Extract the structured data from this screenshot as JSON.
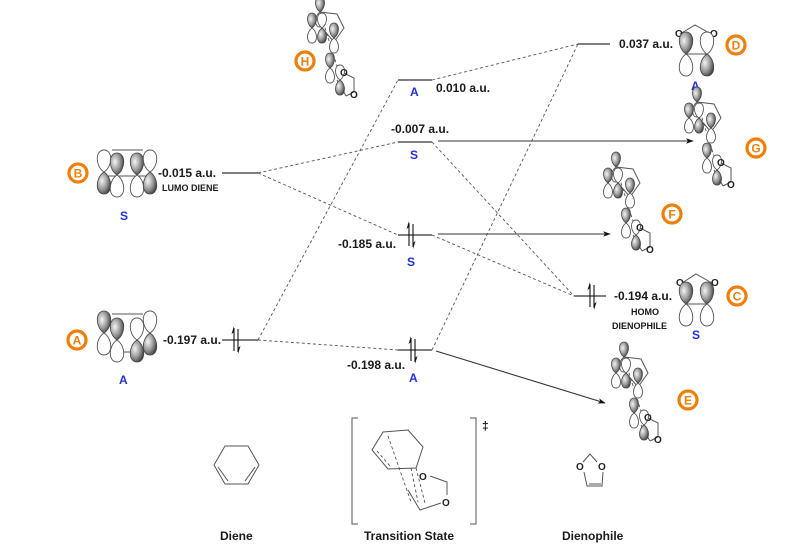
{
  "colors": {
    "badge": "#f07f0a",
    "symmetry_label": "#1f2fe0",
    "text": "#1a1a1a",
    "line": "#555555"
  },
  "diene": {
    "lumo": {
      "badge": "B",
      "energy": "-0.015 a.u.",
      "label": "LUMO DIENE",
      "symmetry": "S"
    },
    "homo": {
      "badge": "A",
      "energy": "-0.197 a.u.",
      "symmetry": "A"
    },
    "caption": "Diene"
  },
  "transition_state": {
    "levels": [
      {
        "energy": "0.010 a.u.",
        "symmetry": "A",
        "occupied": false
      },
      {
        "energy": "-0.007 a.u.",
        "symmetry": "S",
        "occupied": false
      },
      {
        "energy": "-0.185 a.u.",
        "symmetry": "S",
        "occupied": true
      },
      {
        "energy": "-0.198 a.u.",
        "symmetry": "A",
        "occupied": true
      }
    ],
    "caption": "Transition State",
    "dagger": "‡",
    "orbital_badge": "H"
  },
  "dienophile": {
    "lumo": {
      "badge": "D",
      "energy": "0.037 a.u.",
      "symmetry": "A"
    },
    "homo": {
      "badge": "C",
      "energy": "-0.194 a.u.",
      "label_line1": "HOMO",
      "label_line2": "DIENOPHILE",
      "symmetry": "S"
    },
    "caption": "Dienophile",
    "oxygen": "O"
  },
  "ts_orbital_pictures": [
    {
      "badge": "G",
      "points_from_level": "-0.007 a.u."
    },
    {
      "badge": "F",
      "points_from_level": "-0.185 a.u."
    },
    {
      "badge": "E",
      "points_from_level": "-0.198 a.u."
    },
    {
      "badge": "H",
      "points_from_level": "0.010 a.u."
    }
  ],
  "icons": {
    "electron_pair": "up-down-arrows",
    "badge": "circled-letter"
  }
}
